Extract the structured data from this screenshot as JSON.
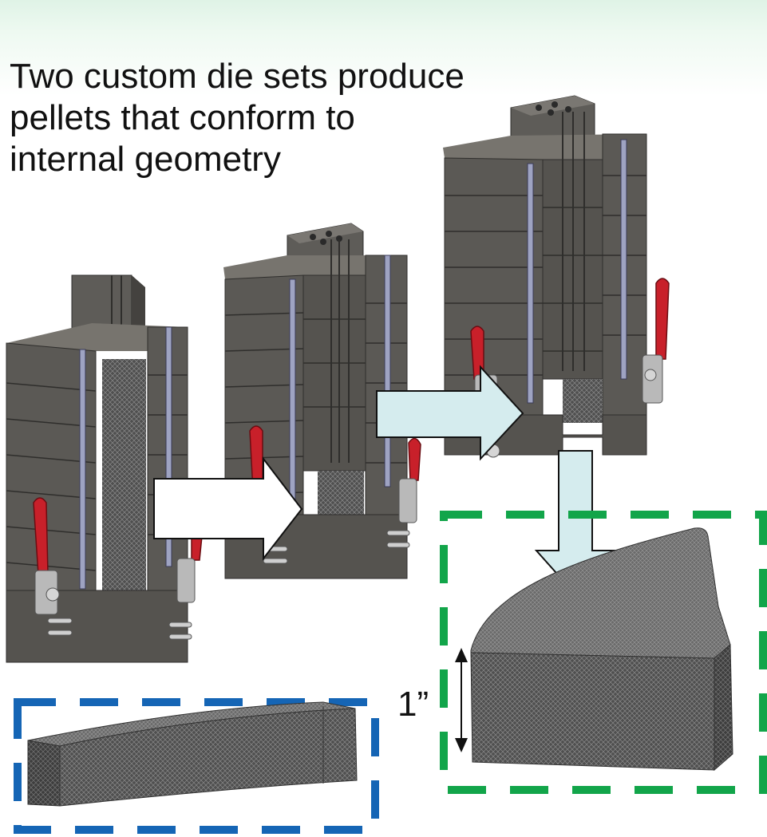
{
  "caption": {
    "lines": [
      "Two custom die sets produce",
      "pellets that conform to",
      "internal geometry"
    ]
  },
  "dimension_label": "1”",
  "colors": {
    "die_body": "#5b5955",
    "die_dark": "#3f3d3a",
    "die_light": "#77746e",
    "slot_insert": "#9ea3c2",
    "clamp_handle": "#c8202a",
    "clamp_metal": "#b9b9b9",
    "pellet_mesh": "#505050",
    "arrow_white_fill": "#ffffff",
    "arrow_light_fill": "#d5ecee",
    "green_box": "#12a54a",
    "blue_box": "#1565b5"
  }
}
